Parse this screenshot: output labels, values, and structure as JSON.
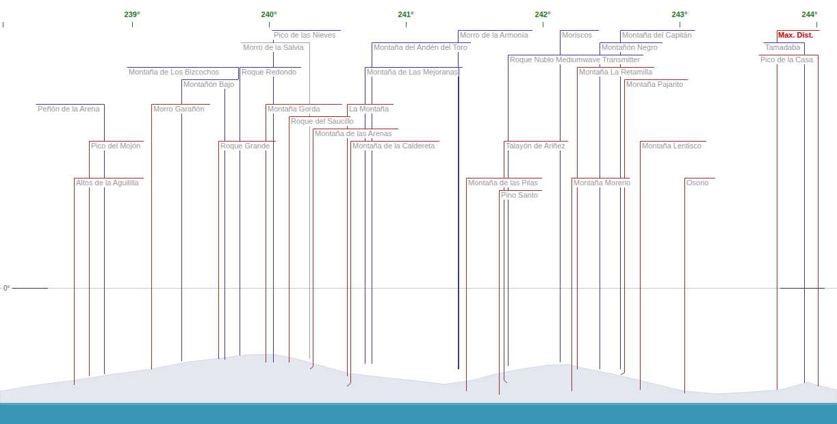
{
  "diagram": {
    "labels": [
      "239°",
      "240°",
      "241°",
      "242°",
      "243°",
      "244°",
      "0°",
      "Pico de las Nieves",
      "Morro de la Armonía",
      "Moriscos",
      "Montaña del Capitán",
      "Max. Dist.",
      "Morro de la Salvia",
      "Montaña del Andén del Toro",
      "Montañón Negro",
      "Tamadaba",
      "Roque Nublo Mediumwave Transmitter",
      "Pico de la Casa",
      "Montaña de Los Bizcochos",
      "Roque Redondo",
      "Montaña de Las Mejoranas",
      "Montaña La Retamilla",
      "Montañón Bajo",
      "Montaña Pajarito",
      "Peñón de la Arena",
      "Morro Garañón",
      "Montaña Gorda",
      "La Montaña",
      "Roque del Saucillo",
      "Montaña de las Arenas",
      "Pico del Mojón",
      "Roque Grande",
      "Montaña de la Caldereta",
      "Talayón de Ariñez",
      "Montaña Lentisco",
      "Altos de la Aguililla",
      "Montaña de las Pilas",
      "Montaña Moreno",
      "Osorio",
      "Pino Santo"
    ]
  }
}
